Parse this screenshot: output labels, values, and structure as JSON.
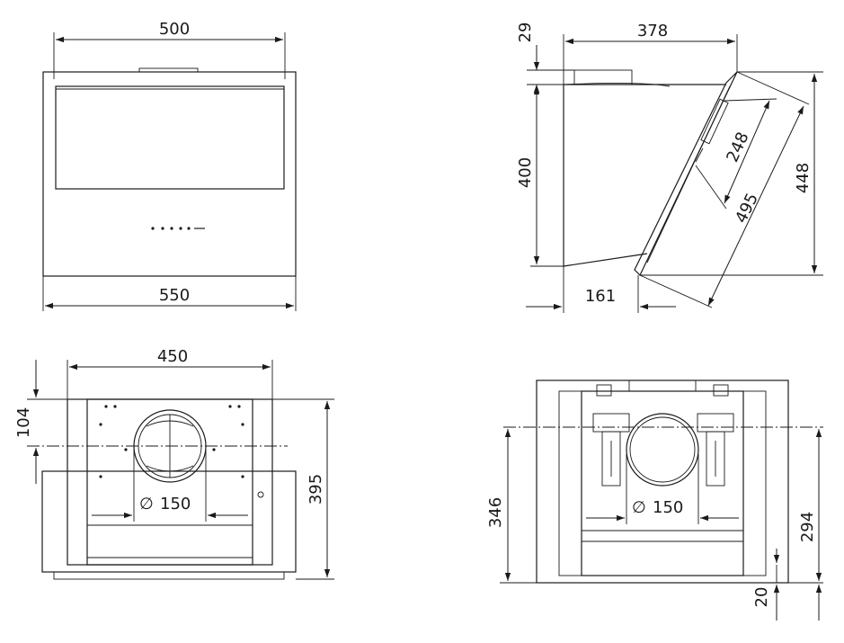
{
  "views": {
    "front": {
      "dims": {
        "top_width": "500",
        "bottom_width": "550"
      }
    },
    "side": {
      "dims": {
        "top_offset": "29",
        "top_depth": "378",
        "height": "400",
        "panel_short": "248",
        "panel_long": "495",
        "total_height": "448",
        "bottom_depth": "161"
      }
    },
    "rear": {
      "dims": {
        "inner_width": "450",
        "top_offset": "104",
        "height": "395",
        "outlet": "150"
      }
    },
    "back": {
      "dims": {
        "height": "346",
        "outlet": "150",
        "lower_height": "294",
        "base": "20"
      }
    }
  },
  "symbols": {
    "diameter": "∅"
  }
}
